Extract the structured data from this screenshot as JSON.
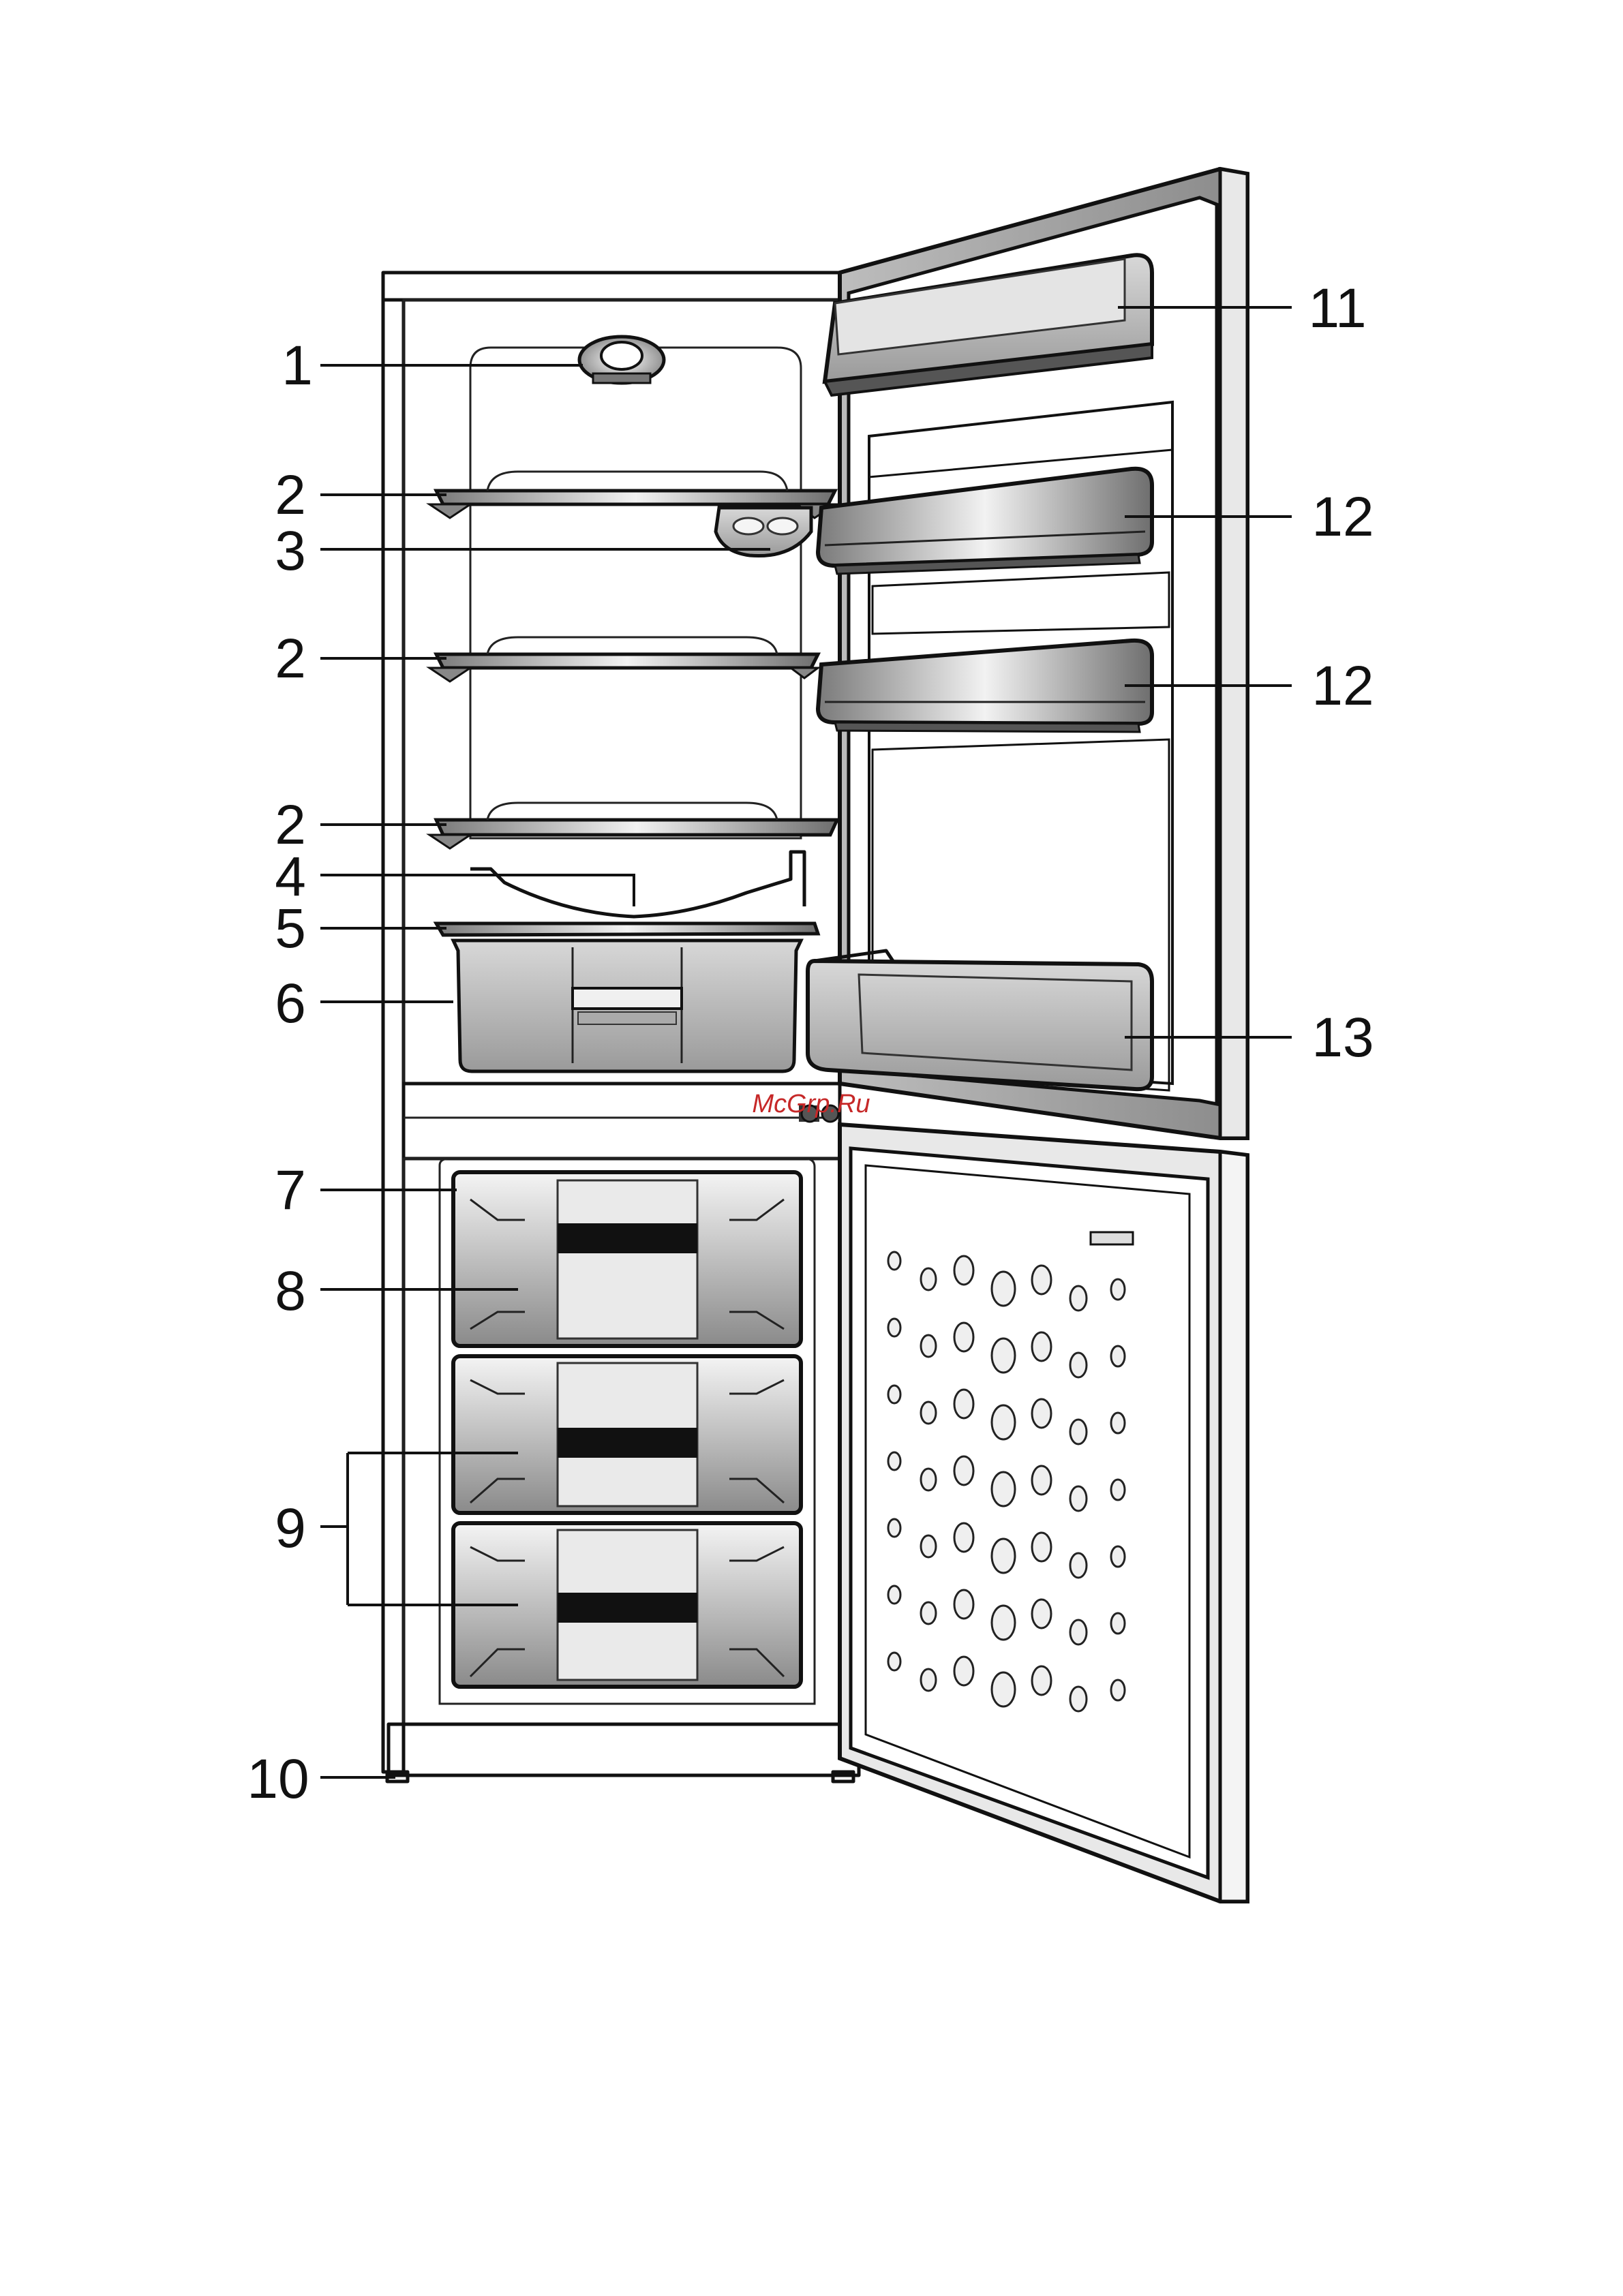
{
  "callouts": {
    "c1": "1",
    "c2a": "2",
    "c3": "3",
    "c2b": "2",
    "c2c": "2",
    "c4": "4",
    "c5": "5",
    "c6": "6",
    "c7": "7",
    "c8": "8",
    "c9": "9",
    "c10": "10",
    "c11": "11",
    "c12a": "12",
    "c12b": "12",
    "c13": "13"
  },
  "watermark": "McGrp.Ru"
}
